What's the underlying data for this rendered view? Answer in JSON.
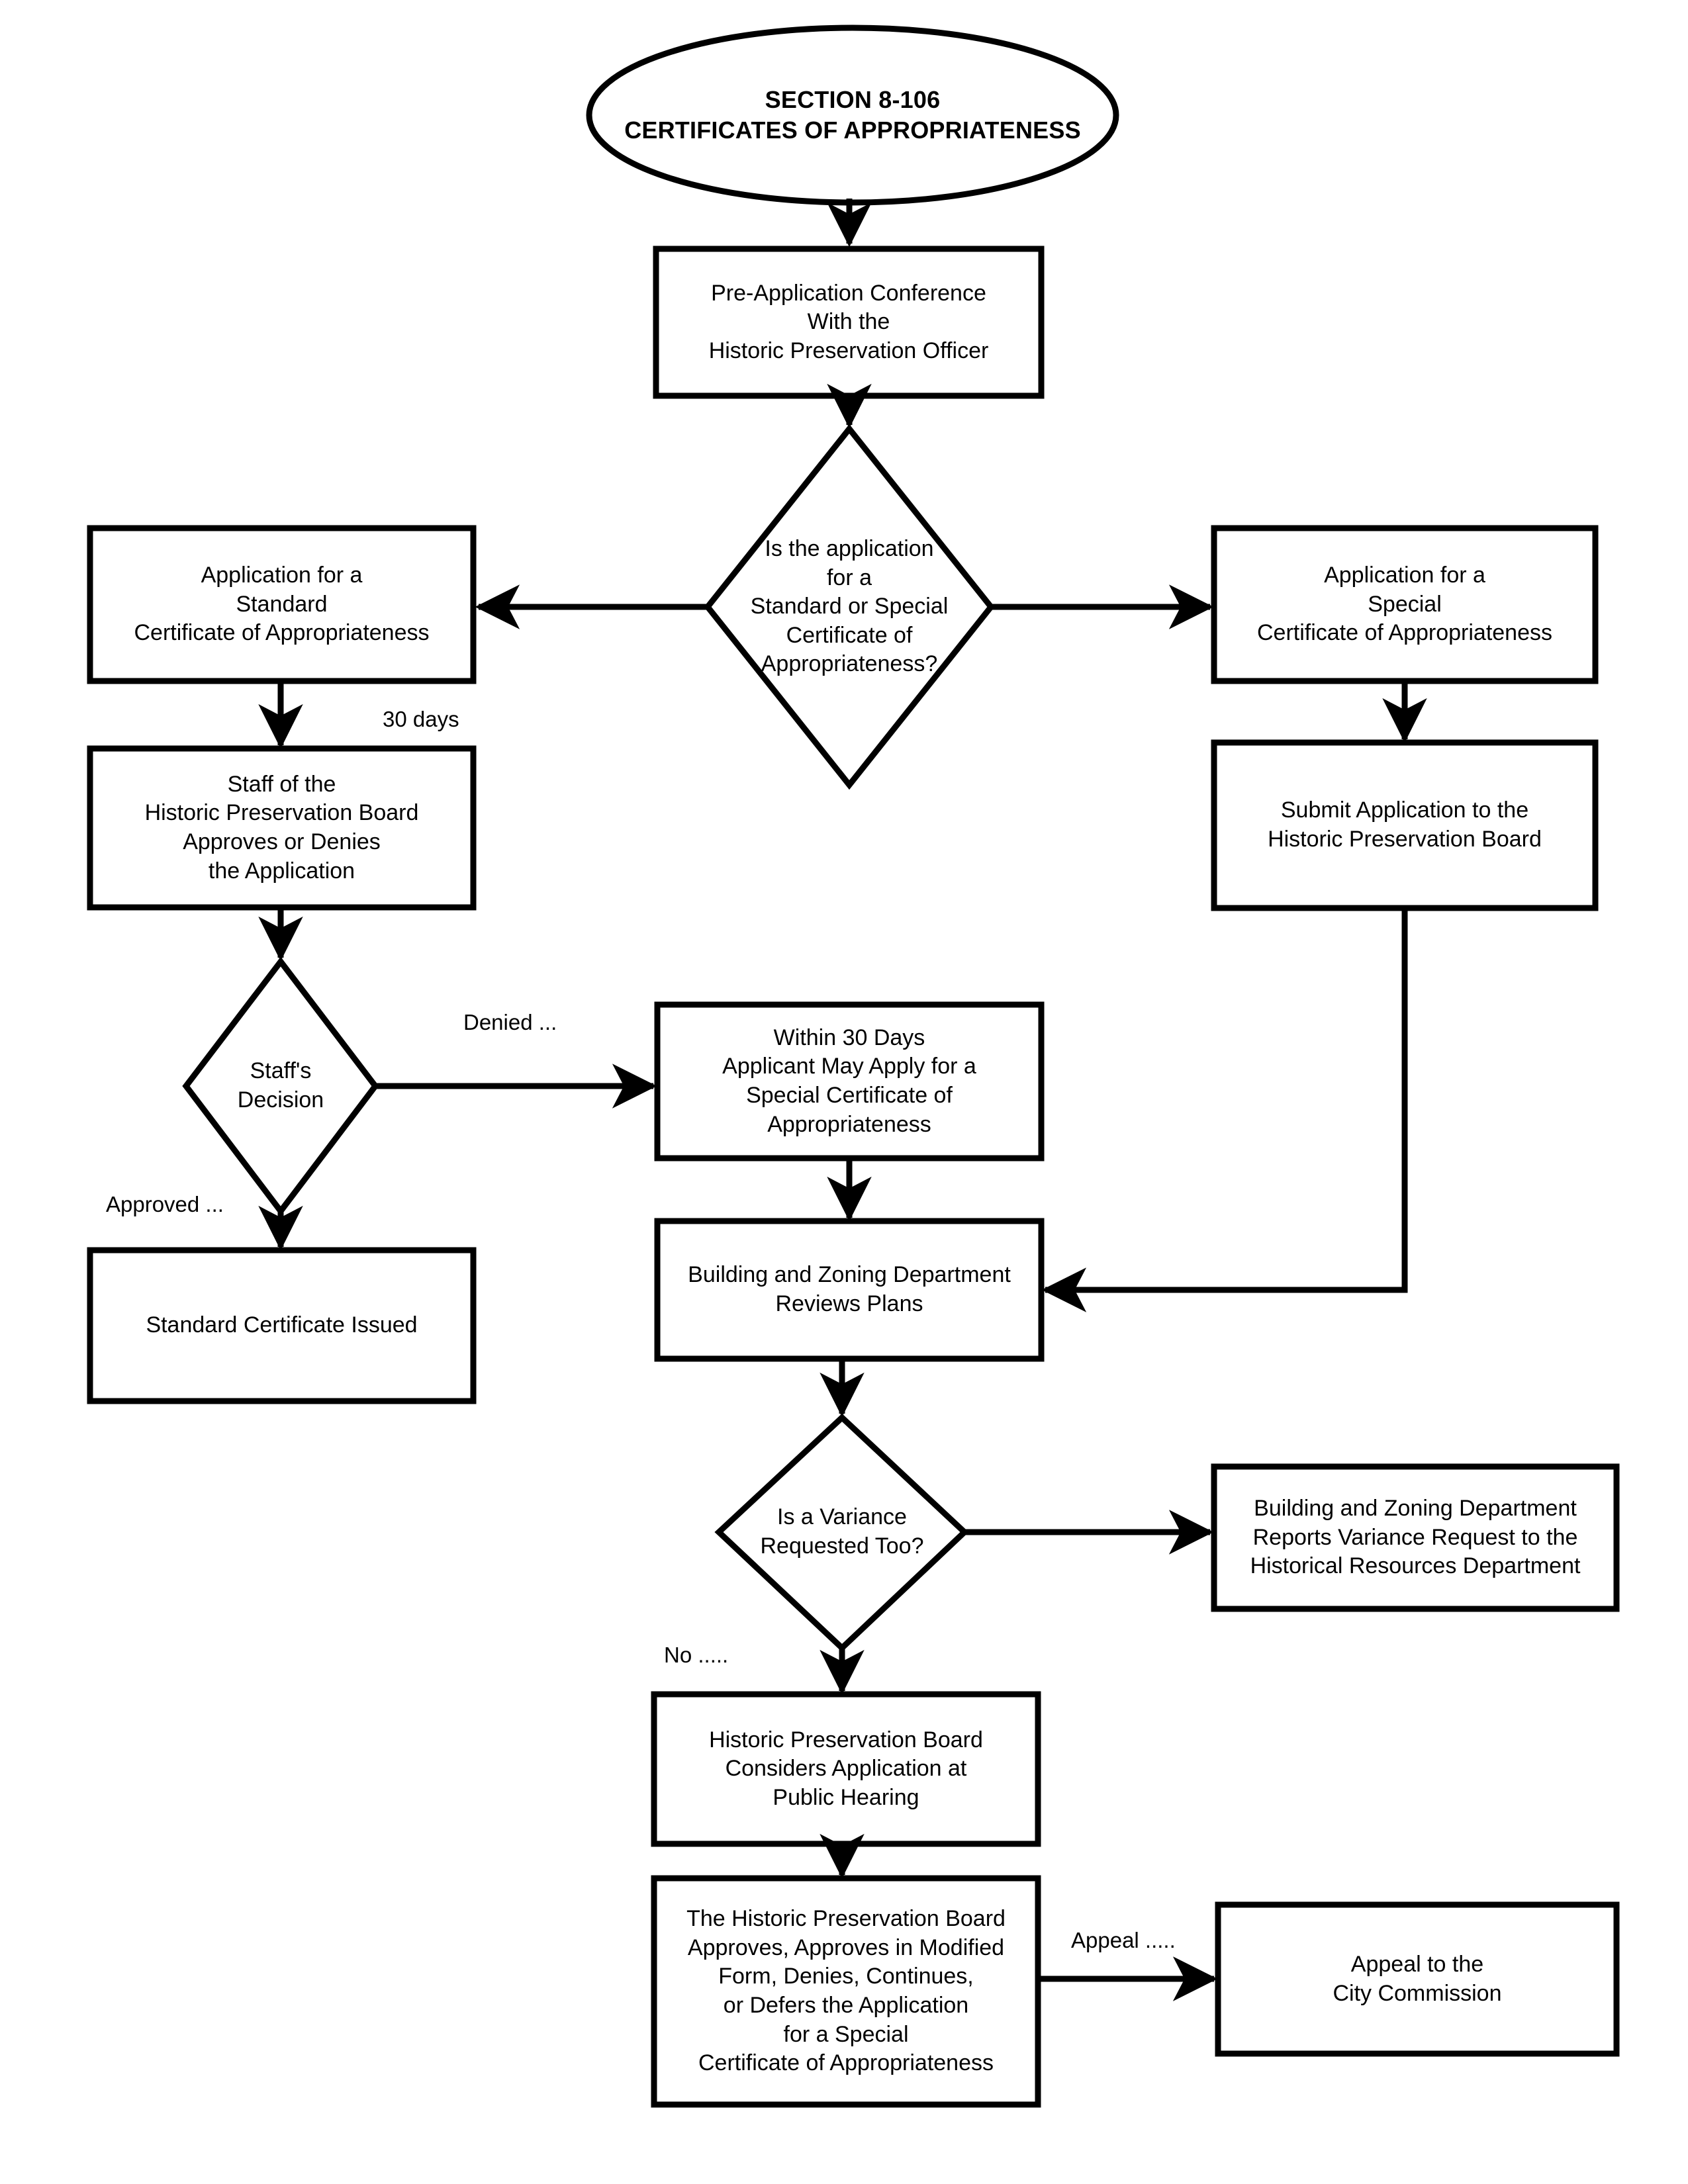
{
  "diagram": {
    "title": "SECTION 8-106\nCERTIFICATES OF APPROPRIATENESS",
    "type": "flowchart",
    "orientation": "top-to-bottom",
    "background_color": "#ffffff",
    "line_color": "#000000",
    "text_color": "#000000"
  },
  "nodes": {
    "title_oval": "SECTION 8-106\nCERTIFICATES OF APPROPRIATENESS",
    "pre_application": "Pre-Application Conference\nWith the\nHistoric Preservation Officer",
    "decision_std_or_special": "Is the application\nfor a\nStandard or Special\nCertificate of\nAppropriateness?",
    "application_standard": "Application for a\nStandard\nCertificate of Appropriateness",
    "application_special": "Application for a\nSpecial\nCertificate of Appropriateness",
    "staff_reviews": "Staff of the\nHistoric Preservation Board\nApproves or Denies\nthe Application",
    "submit_to_board": "Submit Application to the\nHistoric Preservation Board",
    "staffs_decision": "Staff's\nDecision",
    "standard_certificate_issued": "Standard Certificate Issued",
    "within_30_days": "Within 30 Days\nApplicant May Apply for a\nSpecial Certificate of\nAppropriateness",
    "building_zoning_reviews": "Building and Zoning Department\nReviews Plans",
    "decision_variance": "Is a Variance\nRequested Too?",
    "building_zoning_reports": "Building and Zoning Department\nReports Variance Request to the\nHistorical Resources Department",
    "board_public_hearing": "Historic Preservation Board\nConsiders Application at\nPublic Hearing",
    "board_action": "The Historic Preservation Board\nApproves, Approves in Modified\nForm, Denies, Continues,\nor Defers the Application\nfor a Special\nCertificate of Appropriateness",
    "appeal_city_commission": "Appeal to the\nCity Commission"
  },
  "edge_labels": {
    "thirty_days": "30 days",
    "denied": "Denied ...",
    "approved": "Approved ...",
    "no": "No .....",
    "appeal": "Appeal ....."
  },
  "chart_data": {
    "type": "flowchart",
    "title": "SECTION 8-106 CERTIFICATES OF APPROPRIATENESS",
    "shapes": [
      {
        "id": "title_oval",
        "shape": "ellipse",
        "label": "SECTION 8-106 / CERTIFICATES OF APPROPRIATENESS"
      },
      {
        "id": "pre_application",
        "shape": "rect",
        "label": "Pre-Application Conference With the Historic Preservation Officer"
      },
      {
        "id": "decision_std_or_special",
        "shape": "diamond",
        "label": "Is the application for a Standard or Special Certificate of Appropriateness?"
      },
      {
        "id": "application_standard",
        "shape": "rect",
        "label": "Application for a Standard Certificate of Appropriateness"
      },
      {
        "id": "application_special",
        "shape": "rect",
        "label": "Application for a Special Certificate of Appropriateness"
      },
      {
        "id": "staff_reviews",
        "shape": "rect",
        "label": "Staff of the Historic Preservation Board Approves or Denies the Application"
      },
      {
        "id": "submit_to_board",
        "shape": "rect",
        "label": "Submit Application to the Historic Preservation Board"
      },
      {
        "id": "staffs_decision",
        "shape": "diamond",
        "label": "Staff's Decision"
      },
      {
        "id": "standard_certificate_issued",
        "shape": "rect",
        "label": "Standard Certificate Issued"
      },
      {
        "id": "within_30_days",
        "shape": "rect",
        "label": "Within 30 Days Applicant May Apply for a Special Certificate of Appropriateness"
      },
      {
        "id": "building_zoning_reviews",
        "shape": "rect",
        "label": "Building and Zoning Department Reviews Plans"
      },
      {
        "id": "decision_variance",
        "shape": "diamond",
        "label": "Is a Variance Requested Too?"
      },
      {
        "id": "building_zoning_reports",
        "shape": "rect",
        "label": "Building and Zoning Department Reports Variance Request to the Historical Resources Department"
      },
      {
        "id": "board_public_hearing",
        "shape": "rect",
        "label": "Historic Preservation Board Considers Application at Public Hearing"
      },
      {
        "id": "board_action",
        "shape": "rect",
        "label": "The Historic Preservation Board Approves, Approves in Modified Form, Denies, Continues, or Defers the Application for a Special Certificate of Appropriateness"
      },
      {
        "id": "appeal_city_commission",
        "shape": "rect",
        "label": "Appeal to the City Commission"
      }
    ],
    "edges": [
      {
        "from": "title_oval",
        "to": "pre_application",
        "label": ""
      },
      {
        "from": "pre_application",
        "to": "decision_std_or_special",
        "label": ""
      },
      {
        "from": "decision_std_or_special",
        "to": "application_standard",
        "label": ""
      },
      {
        "from": "decision_std_or_special",
        "to": "application_special",
        "label": ""
      },
      {
        "from": "application_standard",
        "to": "staff_reviews",
        "label": "30 days"
      },
      {
        "from": "application_special",
        "to": "submit_to_board",
        "label": ""
      },
      {
        "from": "staff_reviews",
        "to": "staffs_decision",
        "label": ""
      },
      {
        "from": "staffs_decision",
        "to": "within_30_days",
        "label": "Denied ..."
      },
      {
        "from": "staffs_decision",
        "to": "standard_certificate_issued",
        "label": "Approved ..."
      },
      {
        "from": "within_30_days",
        "to": "building_zoning_reviews",
        "label": ""
      },
      {
        "from": "submit_to_board",
        "to": "building_zoning_reviews",
        "label": ""
      },
      {
        "from": "building_zoning_reviews",
        "to": "decision_variance",
        "label": ""
      },
      {
        "from": "decision_variance",
        "to": "building_zoning_reports",
        "label": ""
      },
      {
        "from": "decision_variance",
        "to": "board_public_hearing",
        "label": "No ....."
      },
      {
        "from": "board_public_hearing",
        "to": "board_action",
        "label": ""
      },
      {
        "from": "board_action",
        "to": "appeal_city_commission",
        "label": "Appeal ....."
      }
    ]
  }
}
